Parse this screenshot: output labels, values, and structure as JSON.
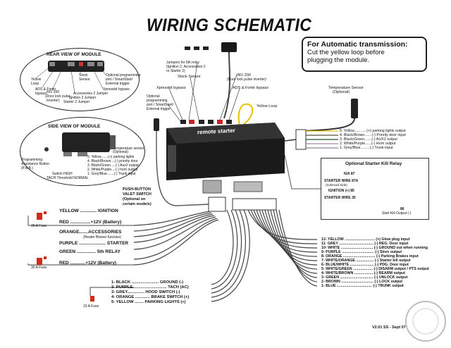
{
  "title": "WIRING SCHEMATIC",
  "note": {
    "heading": "For Automatic transmission:",
    "lines": [
      "Cut the yellow loop before",
      "plugging the module."
    ]
  },
  "rear_view": {
    "title": "REAR VIEW OF MODULE",
    "left_labels": [
      "Yellow",
      "Loop",
      "ADS & Fortin",
      "bypass",
      "INV 200",
      "(Door lock pulse",
      "Inverter)"
    ],
    "top_labels": [
      "Stock",
      "Sensor"
    ],
    "right_labels": [
      "Optional programming",
      "port / SmartStart/",
      "External trigger",
      "Xpresskit bypass"
    ],
    "bottom_labels": [
      "Accessories 2 Jumper",
      "Ignition 2 Jumper",
      "Starter 2 Jumper"
    ]
  },
  "side_view": {
    "title": "SIDE VIEW OF MODULE",
    "right_labels": [
      "Temperature sensor",
      "(Optional)",
      "5. Yellow.......(+) parking lights",
      "4. Black/Brown....(-) priority door",
      "3. Black/Green.....(-) Aux2 output",
      "2. White/Purple....(-) horn output",
      "1. Grey/Blue.......(-) Trunk input"
    ],
    "left_labels": [
      "Programming",
      "Assistance Button",
      "(P.A.B.)"
    ],
    "bottom_labels": [
      "Switch HIGH",
      "TACH Threshold NORMAL"
    ]
  },
  "module": {
    "label": "remote starter",
    "top_labels": {
      "jumpers": [
        "Jumpers for 5th relay",
        "(Ignition 2, Accessories 2",
        "or Starter 2)"
      ],
      "stock_sensor": "Stock Sensor",
      "xpresskit": "Xpresskit bypass",
      "inv200": [
        "INV 200",
        "(Door lock pulse inverter)"
      ],
      "ads": "ADS & Fortin bypass",
      "optional": [
        "Optional",
        "programming",
        "port / SmartStart/",
        "External trigger"
      ],
      "yellow_loop": "Yellow Loop"
    }
  },
  "temp_sensor": [
    "Temperature Sensor",
    "(Optional)"
  ],
  "right_connector": [
    "5. Yellow............(+) parking lights output",
    "4. Black/Brown.......(-) Priority door input",
    "3. Black/Green.......(-) AUX2 output",
    "2. White/Purple......(-) Horn output",
    "1. Grey/Blue.........(-) Trunk input"
  ],
  "pushbutton": [
    "PUSH-BUTTON",
    "VALET SWITCH",
    "(Optional on",
    "certain models)"
  ],
  "relay": {
    "title": "Optional Starter Kill Relay",
    "labels": [
      "N/A 87",
      "STARTER WIRE 87A",
      "(Solenoid Side)",
      "IGNITION (+) 85",
      "STARTER WIRE 30",
      "86",
      "Start Kill Output (-)"
    ]
  },
  "left_wires": [
    {
      "text": "YELLOW ............. IGNITION"
    },
    {
      "text": "RED ................+12V (Battery)"
    },
    {
      "text": "ORANGE.......ACCESSORIES"
    },
    {
      "text": "(Heater Blower function)"
    },
    {
      "text": "PURPLE ..................... STARTER"
    },
    {
      "text": "GREEN ............... 5th RELAY"
    },
    {
      "text": "RED ............+12V (Battery)"
    }
  ],
  "fuses": [
    "30 A Fuse",
    "30 A Fuse",
    "15 A Fuse"
  ],
  "bottom_wires": [
    "1- BLACK ........................ GROUND (-)",
    "2- PURPLE.............................. TACH (AC)",
    "3- GREY............... HOOD SWITCH (-)",
    "4- ORANGE ............. BRAKE SWITCH (+)",
    "5- YELLOW ........ PARKING LIGHTS (+)"
  ],
  "right_wires": [
    "12- YELLOW ............................. (+) Glow plug input",
    "11- GREY ................................. (-) REG. Door input",
    "10- WHITE ............................... (-) GROUND out when running",
    "9- PURPLE ............................... (-) Siren output",
    "8- ORANGE ............................... (-) Parking Brakes input",
    "7- WHITE/ORANGE ................. (-) Starter kill output",
    "6- BLUE/WHITE ....................... (-) PDG. Door input",
    "5- WHITE/GREEN ................... (-) DISARM output / PTS output",
    "4- WHITE/BROWN .................. (-) REARM output",
    "3- GREEN ................................ (-) UNLOCK output",
    "2- BROWN ............................... (-) LOCK output",
    "1- BLUE .................................. (-) TRUNK output"
  ],
  "footer": "V2.01  SS - Sept 07",
  "colors": {
    "fuse_red": "#d42a1a",
    "wire_dark": "#444444",
    "module_body": "#1a1a1a"
  }
}
